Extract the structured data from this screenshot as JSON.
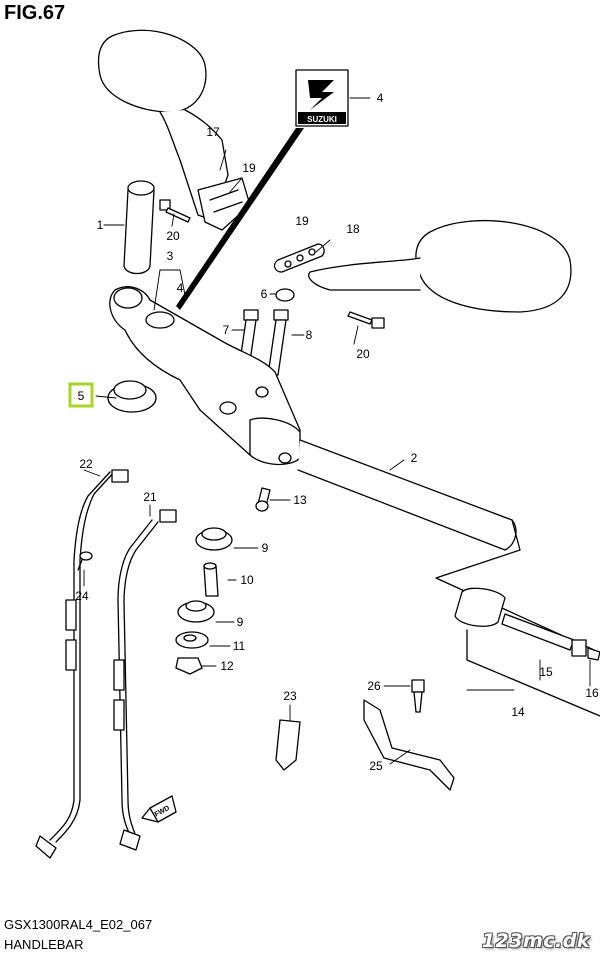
{
  "figure": {
    "title": "FIG.67",
    "code": "GSX1300RAL4_E02_067",
    "name": "HANDLEBAR",
    "watermark": "123mc.dk",
    "highlight_color": "#a6d62a"
  },
  "brand_badge": {
    "text": "SUZUKI"
  },
  "fwd_marker": {
    "text": "FWD"
  },
  "callouts": [
    {
      "id": "1",
      "label": "1"
    },
    {
      "id": "2",
      "label": "2"
    },
    {
      "id": "3",
      "label": "3"
    },
    {
      "id": "4a",
      "label": "4"
    },
    {
      "id": "4b",
      "label": "4"
    },
    {
      "id": "5",
      "label": "5",
      "highlighted": true
    },
    {
      "id": "6",
      "label": "6"
    },
    {
      "id": "7",
      "label": "7"
    },
    {
      "id": "8",
      "label": "8"
    },
    {
      "id": "9a",
      "label": "9"
    },
    {
      "id": "9b",
      "label": "9"
    },
    {
      "id": "10",
      "label": "10"
    },
    {
      "id": "11",
      "label": "11"
    },
    {
      "id": "12",
      "label": "12"
    },
    {
      "id": "13",
      "label": "13"
    },
    {
      "id": "14",
      "label": "14"
    },
    {
      "id": "15",
      "label": "15"
    },
    {
      "id": "16",
      "label": "16"
    },
    {
      "id": "17",
      "label": "17"
    },
    {
      "id": "18",
      "label": "18"
    },
    {
      "id": "19a",
      "label": "19"
    },
    {
      "id": "19b",
      "label": "19"
    },
    {
      "id": "20a",
      "label": "20"
    },
    {
      "id": "20b",
      "label": "20"
    },
    {
      "id": "21",
      "label": "21"
    },
    {
      "id": "22",
      "label": "22"
    },
    {
      "id": "23",
      "label": "23"
    },
    {
      "id": "24",
      "label": "24"
    },
    {
      "id": "25",
      "label": "25"
    },
    {
      "id": "26",
      "label": "26"
    }
  ]
}
